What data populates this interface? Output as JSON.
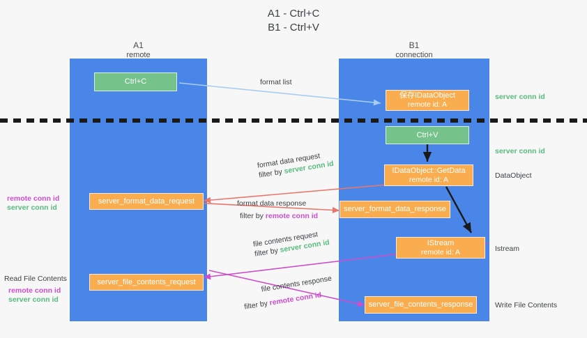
{
  "title": {
    "line1": "A1 - Ctrl+C",
    "line2": "B1 - Ctrl+V"
  },
  "colors": {
    "lane": "#4a86e8",
    "node_green": "#76c28b",
    "node_orange": "#f9ad4e",
    "server_conn_id": "#57bb7e",
    "remote_conn_id": "#cc4ecc",
    "background": "#f7f7f7",
    "text": "#3c4043",
    "arrow_blue": "#a8cdf0",
    "arrow_red": "#e8766b",
    "arrow_magenta": "#cc4ecc",
    "arrow_black": "#1a1a1a",
    "divider": "#1a1a1a"
  },
  "columns": [
    {
      "name": "A1",
      "sub": "remote"
    },
    {
      "name": "B1",
      "sub": "connection"
    }
  ],
  "nodes": {
    "ctrl_c": {
      "label": "Ctrl+C"
    },
    "ctrl_v": {
      "label": "Ctrl+V"
    },
    "save_dataobject": {
      "line1": "保存IDataObject",
      "line2": "remote id: A"
    },
    "getdata": {
      "line1": "IDataObject::GetData",
      "line2": "remote id: A"
    },
    "istream": {
      "line1": "IStream",
      "line2": "remote id: A"
    },
    "format_data_request": {
      "label": "server_format_data_request"
    },
    "format_data_response": {
      "label": "server_format_data_response"
    },
    "file_contents_request": {
      "label": "server_file_contents_request"
    },
    "file_contents_response": {
      "label": "server_file_contents_response"
    }
  },
  "edges": {
    "format_list": {
      "line1": "format list"
    },
    "format_data_request": {
      "line1": "format data request",
      "filter_prefix": "filter by ",
      "filter_token": "server conn id"
    },
    "format_data_response": {
      "line1": "format data response",
      "filter_prefix": "filter by ",
      "filter_token": "remote conn id"
    },
    "file_contents_request": {
      "line1": "file contents request",
      "filter_prefix": "filter by ",
      "filter_token": "server conn id"
    },
    "file_contents_response": {
      "line1": "file contents response",
      "filter_prefix": "filter by ",
      "filter_token": "remote conn id"
    }
  },
  "right_notes": {
    "server_conn_id_top": "server conn id",
    "server_conn_id_mid": "server conn id",
    "dataobject": "DataObject",
    "istream": "Istream",
    "write_file_contents": "Write File Contents"
  },
  "left_notes": {
    "remote_conn_id_mid": "remote conn id",
    "server_conn_id_mid": "server conn id",
    "read_file_contents": "Read File Contents",
    "remote_conn_id_bottom": "remote conn id",
    "server_conn_id_bottom": "server conn id"
  }
}
